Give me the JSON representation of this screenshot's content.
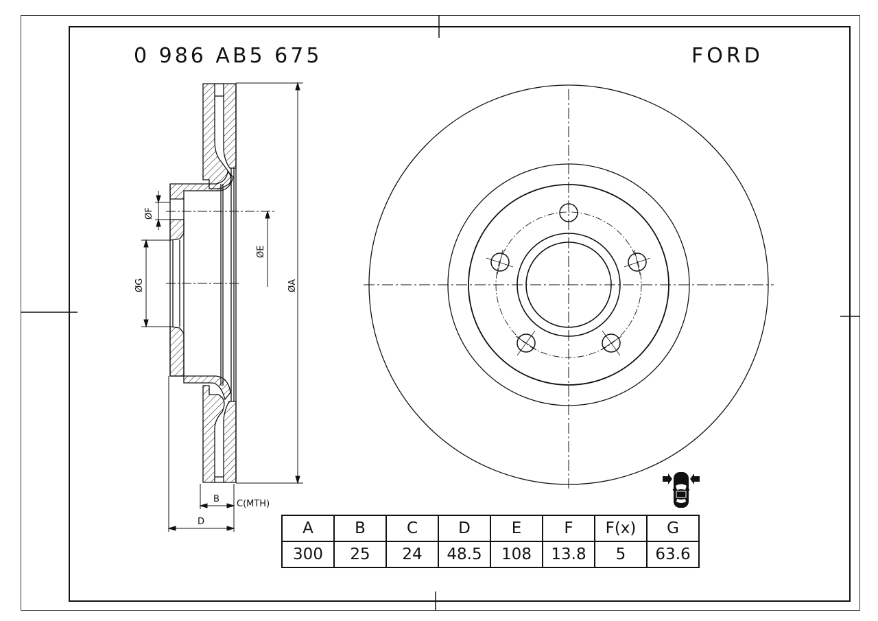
{
  "header": {
    "part_number": "0 986 AB5 675",
    "brand": "FORD"
  },
  "section_view": {
    "labels": {
      "dia_f": "ØF",
      "dia_g": "ØG",
      "dia_e": "ØE",
      "dia_a": "ØA",
      "b": "B",
      "c_mth": "C(MTH)",
      "d": "D"
    }
  },
  "front_view": {
    "bolt_holes": 5
  },
  "spec_table": {
    "headers": [
      "A",
      "B",
      "C",
      "D",
      "E",
      "F",
      "F(x)",
      "G"
    ],
    "values": [
      "300",
      "25",
      "24",
      "48.5",
      "108",
      "13.8",
      "5",
      "63.6"
    ]
  },
  "icons": {
    "axle_position": "front-axle-car-icon"
  },
  "colors": {
    "line": "#111111",
    "background": "#ffffff"
  }
}
